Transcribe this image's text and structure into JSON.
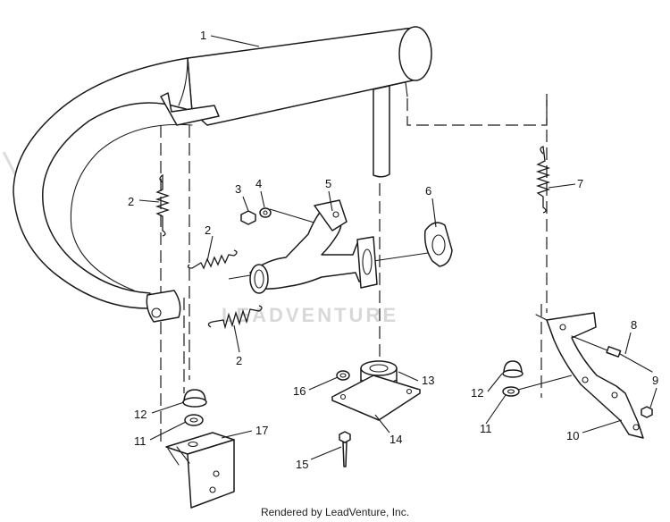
{
  "diagram": {
    "watermark": "LEADVENTURE",
    "footer": "Rendered by LeadVenture, Inc.",
    "callouts": {
      "c1": "1",
      "c2a": "2",
      "c2b": "2",
      "c2c": "2",
      "c3": "3",
      "c4": "4",
      "c5": "5",
      "c6": "6",
      "c7": "7",
      "c8": "8",
      "c9": "9",
      "c10": "10",
      "c11a": "11",
      "c11b": "11",
      "c12a": "12",
      "c12b": "12",
      "c13": "13",
      "c14": "14",
      "c15": "15",
      "c16": "16",
      "c17": "17"
    }
  }
}
